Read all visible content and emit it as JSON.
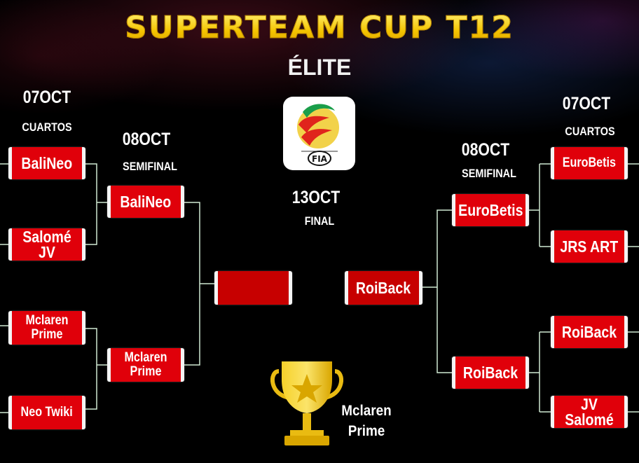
{
  "header": {
    "title": "SUPERTEAM CUP T12",
    "subtitle": "ÉLITE"
  },
  "rounds": {
    "quarters_left": {
      "date": "07OCT",
      "name": "CUARTOS"
    },
    "semis_left": {
      "date": "08OCT",
      "name": "SEMIFINAL"
    },
    "final": {
      "date": "13OCT",
      "name": "FINAL"
    },
    "semis_right": {
      "date": "08OCT",
      "name": "SEMIFINAL"
    },
    "quarters_right": {
      "date": "07OCT",
      "name": "CUARTOS"
    }
  },
  "logo": {
    "text": "FIA"
  },
  "bracket": {
    "left_quarters": [
      "BaliNeo",
      "Salomé JV",
      "Mclaren Prime",
      "Neo Twiki"
    ],
    "left_semis": [
      "BaliNeo",
      "Mclaren Prime"
    ],
    "final_left": "",
    "final_right": "RoiBack",
    "right_semis": [
      "EuroBetis",
      "RoiBack"
    ],
    "right_quarters": [
      "EuroBetis",
      "JRS ART",
      "RoiBack",
      "JV Salomé"
    ]
  },
  "champion": {
    "name": "Mclaren Prime"
  },
  "colors": {
    "box_red": "#e0000a",
    "title_gold": "#f4c400",
    "line": "#cfe9d3"
  }
}
